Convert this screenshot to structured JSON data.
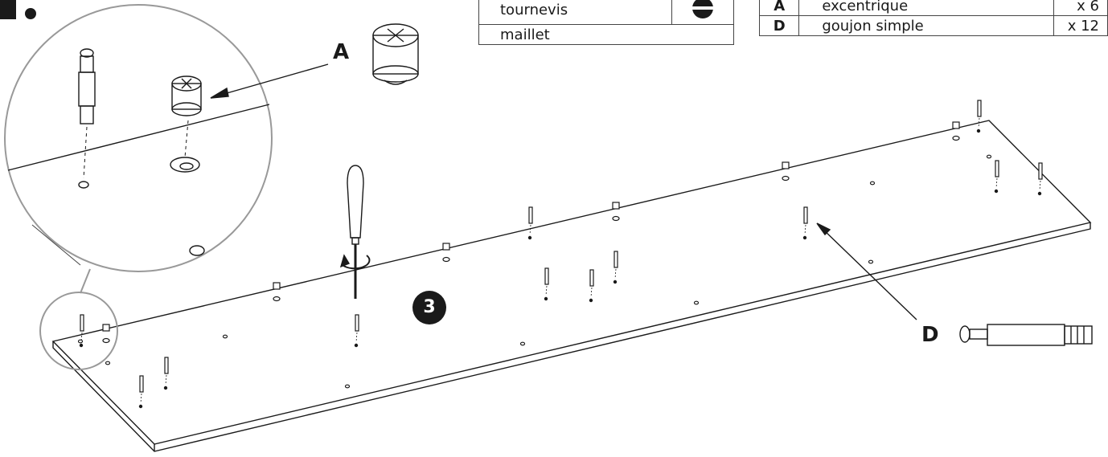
{
  "tools": [
    {
      "label": "tournevis",
      "icon": "flathead-screwdriver-icon"
    },
    {
      "label": "maillet",
      "icon": ""
    }
  ],
  "parts": [
    {
      "letter": "A",
      "name": "excentrique",
      "qty": "x 6"
    },
    {
      "letter": "D",
      "name": "goujon simple",
      "qty": "x 12"
    }
  ],
  "callouts": {
    "a": "A",
    "d": "D"
  },
  "step": "3"
}
